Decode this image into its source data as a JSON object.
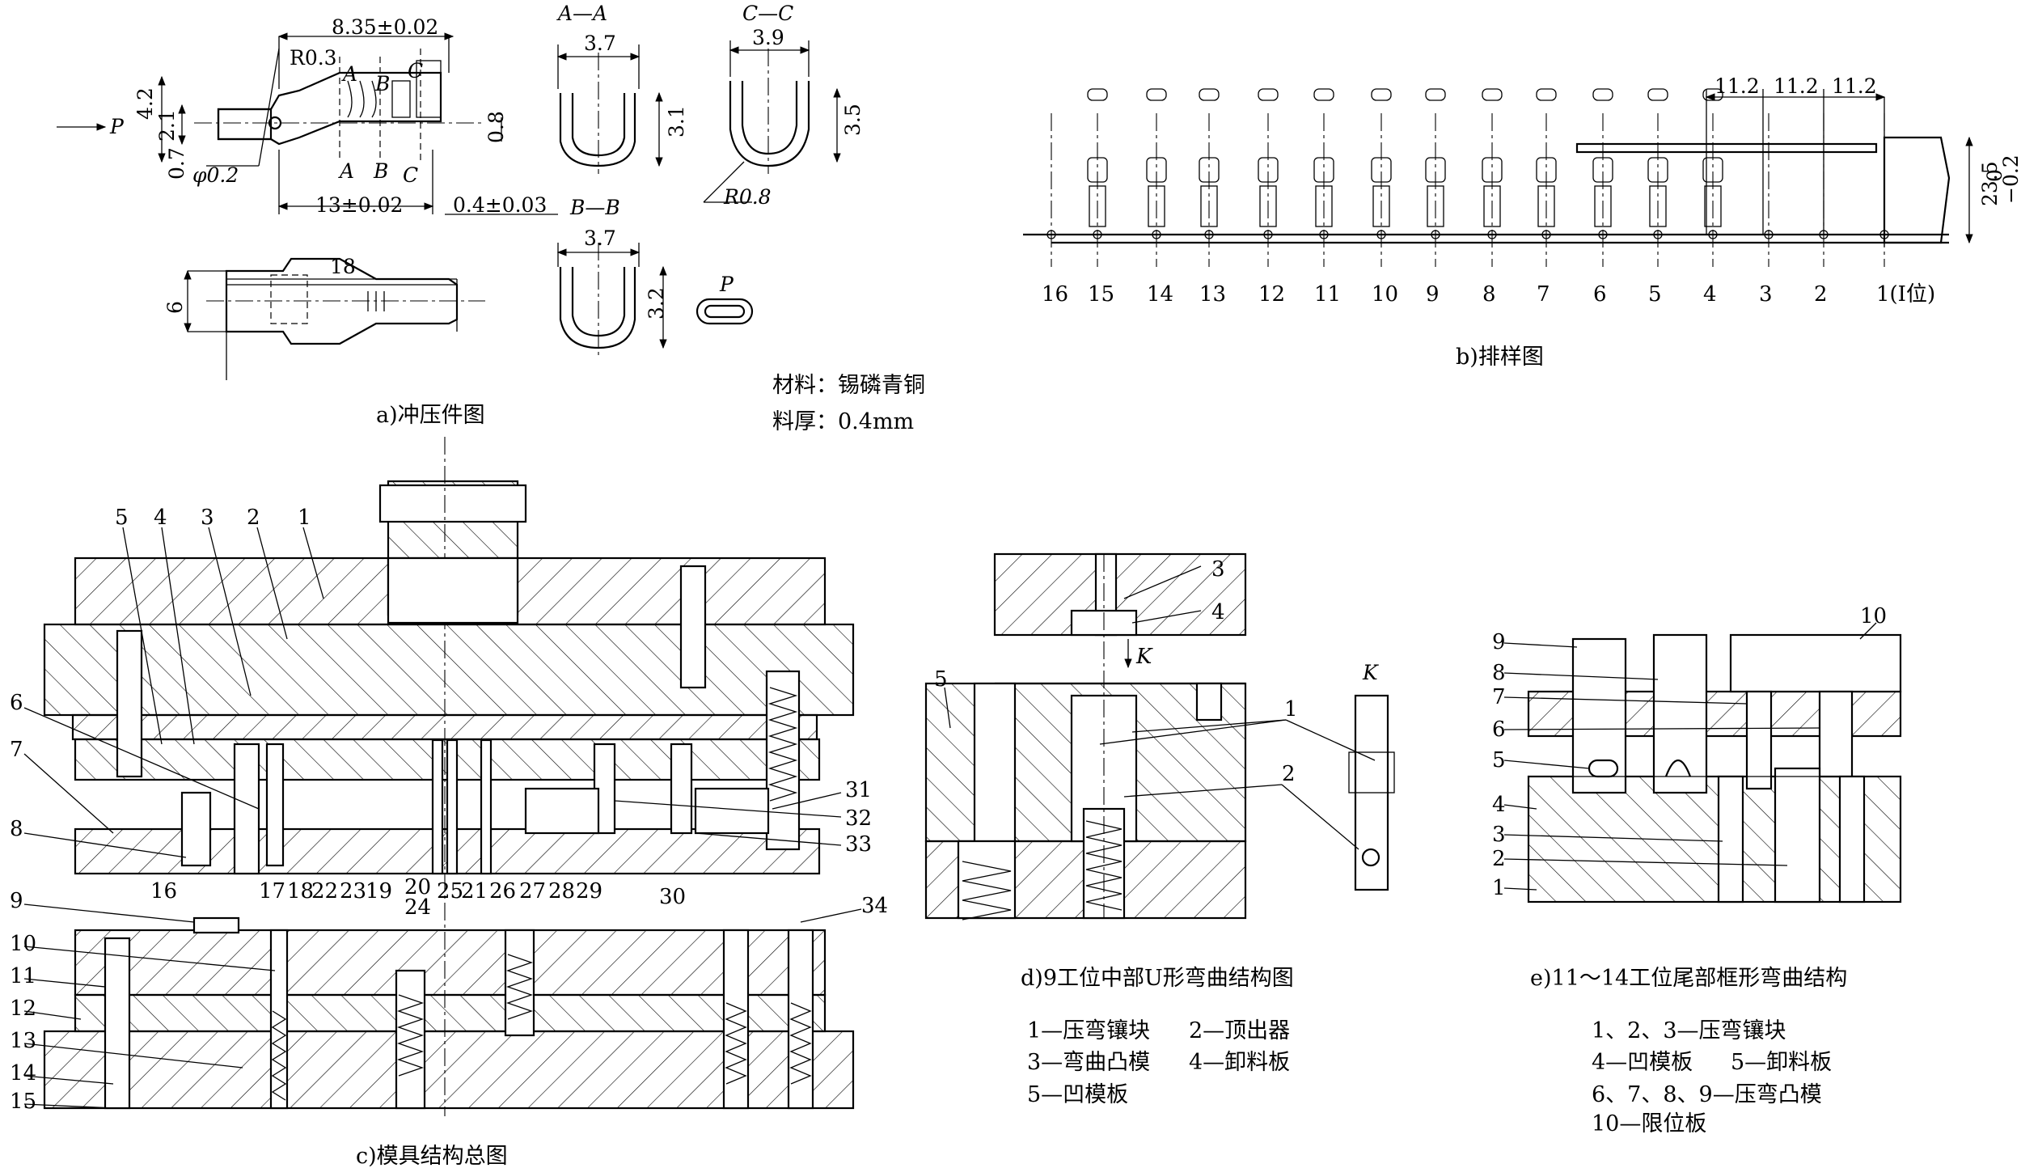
{
  "panels": {
    "a": {
      "caption": "a)冲压件图",
      "dims": {
        "len_835": "8.35±0.02",
        "r03": "R0.3",
        "h42": "4.2",
        "h21": "2.1",
        "h07": "0.7",
        "phi02": "φ0.2",
        "p": "P",
        "h08": "0.8",
        "len_13": "13±0.02",
        "t04": "0.4±0.03",
        "len_18": "18",
        "w6": "6"
      },
      "section_marks": [
        "A",
        "B",
        "C"
      ],
      "sections": {
        "aa": {
          "title": "A—A",
          "width": "3.7",
          "height": "3.1"
        },
        "cc": {
          "title": "C—C",
          "width": "3.9",
          "height": "3.5",
          "radius": "R0.8"
        },
        "bb": {
          "title": "B—B",
          "width": "3.7",
          "height": "3.2"
        },
        "p_view": "P"
      },
      "material_line": "材料：锡磷青铜",
      "thickness_line": "料厚：0.4mm"
    },
    "b": {
      "caption": "b)排样图",
      "pitches": [
        "11.2",
        "11.2",
        "11.2"
      ],
      "strip_width": "23.5",
      "strip_tol_upper": "0",
      "strip_tol_lower": "−0.2",
      "stations": [
        "16",
        "15",
        "14",
        "13",
        "12",
        "11",
        "10",
        "9",
        "8",
        "7",
        "6",
        "5",
        "4",
        "3",
        "2",
        "1(Ⅰ位)"
      ]
    },
    "c": {
      "caption": "c)模具结构总图",
      "labels": [
        "1",
        "2",
        "3",
        "4",
        "5",
        "6",
        "7",
        "8",
        "9",
        "10",
        "11",
        "12",
        "13",
        "14",
        "15",
        "16",
        "17",
        "18",
        "22",
        "23",
        "19",
        "20",
        "25",
        "21",
        "26",
        "24",
        "27",
        "28",
        "29",
        "30",
        "31",
        "32",
        "33",
        "34"
      ]
    },
    "d": {
      "caption": "d)9工位中部U形弯曲结构图",
      "labels": [
        "1",
        "2",
        "3",
        "4",
        "5"
      ],
      "view_k": "K",
      "legend": [
        "1—压弯镶块",
        "2—顶出器",
        "3—弯曲凸模",
        "4—卸料板",
        "5—凹模板"
      ]
    },
    "e": {
      "caption": "e)11～14工位尾部框形弯曲结构",
      "labels": [
        "1",
        "2",
        "3",
        "4",
        "5",
        "6",
        "7",
        "8",
        "9",
        "10"
      ],
      "legend": [
        "1、2、3—压弯镶块",
        "4—凹模板",
        "5—卸料板",
        "6、7、8、9—压弯凸模",
        "10—限位板"
      ]
    }
  }
}
